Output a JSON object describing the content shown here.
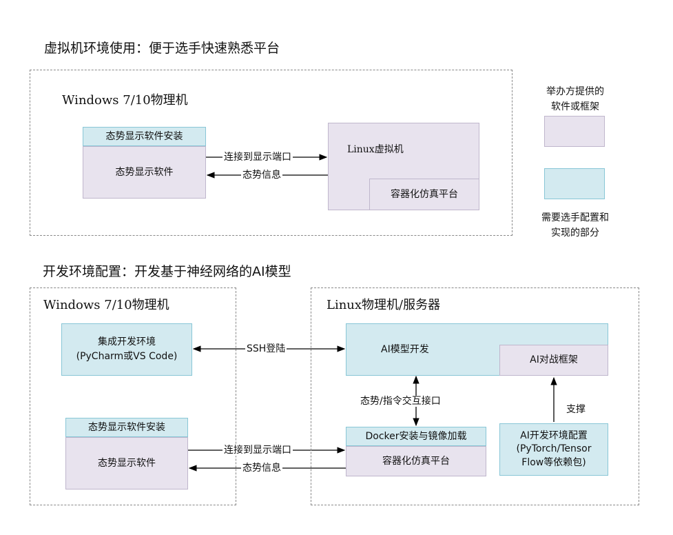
{
  "top": {
    "title": "虚拟机环境使用：便于选手快速熟悉平台",
    "host": "Windows 7/10物理机",
    "install_header": "态势显示软件安装",
    "software": "态势显示软件",
    "connect_label": "连接到显示端口",
    "info_label": "态势信息",
    "linux_vm": "Linux虚拟机",
    "container_platform": "容器化仿真平台"
  },
  "legend": {
    "provided_label": "举办方提供的\n软件或框架",
    "participant_label": "需要选手配置和\n实现的部分",
    "colors": {
      "provided": "#e8e3ee",
      "participant": "#d3eaf0"
    }
  },
  "bottom": {
    "title": "开发环境配置：开发基于神经网络的AI模型",
    "win_host": "Windows 7/10物理机",
    "linux_host": "Linux物理机/服务器",
    "ide": "集成开发环境\n(PyCharm或VS Code)",
    "ssh_label": "SSH登陆",
    "ai_dev": "AI模型开发",
    "ai_framework": "AI对战框架",
    "interaction_label": "态势/指令交互接口",
    "support_label": "支撑",
    "install_header": "态势显示软件安装",
    "software": "态势显示软件",
    "connect_label": "连接到显示端口",
    "info_label": "态势信息",
    "docker": "Docker安装与镜像加载",
    "container_platform": "容器化仿真平台",
    "ai_env": "AI开发环境配置\n(PyTorch/Tensor\nFlow等依赖包)"
  }
}
